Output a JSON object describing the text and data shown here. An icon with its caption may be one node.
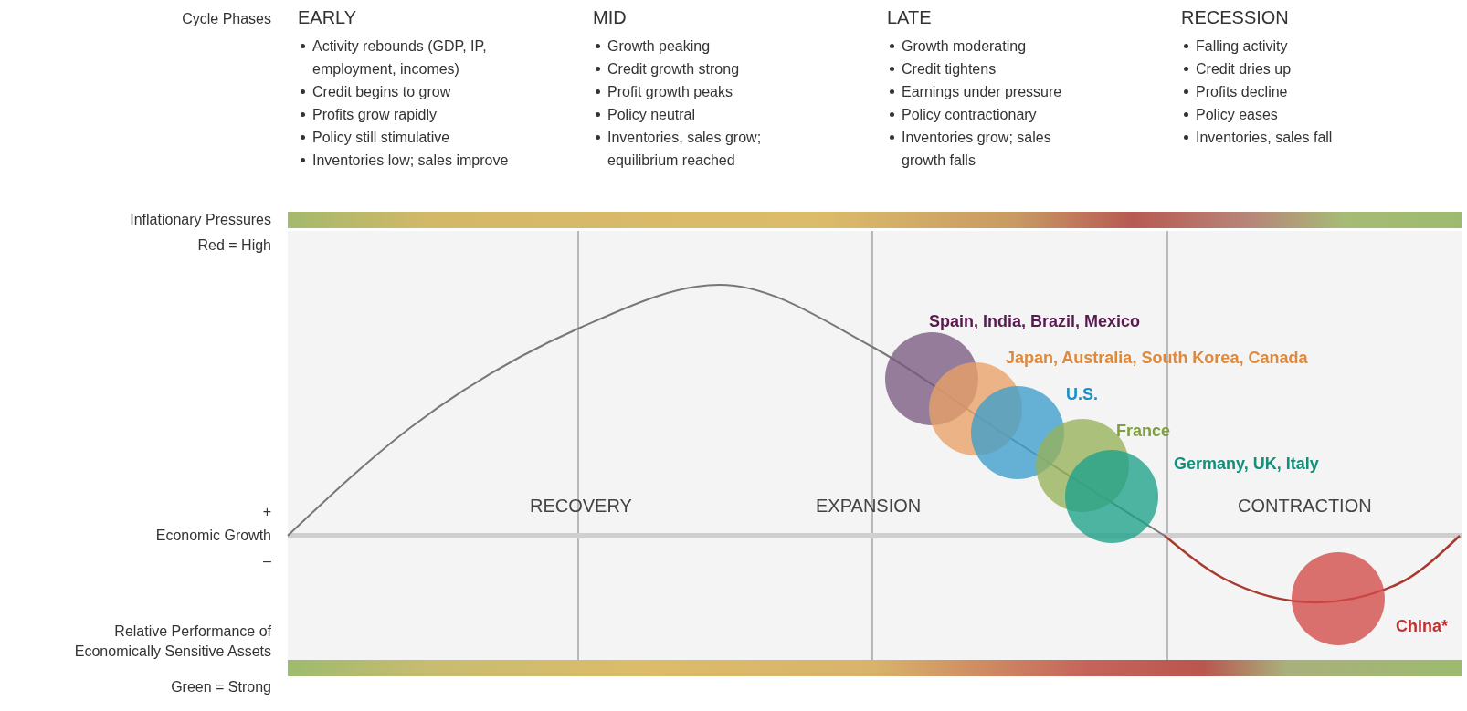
{
  "diagram": {
    "nodes": [
      {
        "text": [],
        "shape": "circle",
        "beside": [
          "Spain, India, Brazil, Mexico"
        ]
      },
      {
        "text": [],
        "shape": "circle",
        "beside": [
          "Japan, Australia, South Korea, Canada"
        ]
      },
      {
        "text": [],
        "shape": "circle",
        "beside": [
          "U.S."
        ]
      },
      {
        "text": [],
        "shape": "circle",
        "beside": [
          "France"
        ]
      },
      {
        "text": [],
        "shape": "circle",
        "beside": [
          "Germany, UK, Italy"
        ]
      },
      {
        "text": [],
        "shape": "circle",
        "beside": [
          "China*"
        ]
      }
    ],
    "labels": [
      "Cycle Phases",
      "EARLY",
      "Activity rebounds (GDP, IP, employment, incomes)",
      "Credit begins to grow",
      "Profits grow rapidly",
      "Policy still stimulative",
      "Inventories low; sales improve",
      "MID",
      "Growth peaking",
      "Credit growth strong",
      "Profit growth peaks",
      "Policy neutral",
      "Inventories, sales grow; equilibrium reached",
      "LATE",
      "Growth moderating",
      "Credit tightens",
      "Earnings under pressure",
      "Policy contractionary",
      "Inventories grow; sales growth falls",
      "RECESSION",
      "Falling activity",
      "Credit dries up",
      "Profits decline",
      "Policy eases",
      "Inventories, sales fall",
      "Inflationary Pressures",
      "Red = High",
      "+",
      "Economic Growth",
      "–",
      "RECOVERY",
      "EXPANSION",
      "CONTRACTION",
      "Relative Performance of Economically Sensitive Assets",
      "Green = Strong"
    ]
  }
}
